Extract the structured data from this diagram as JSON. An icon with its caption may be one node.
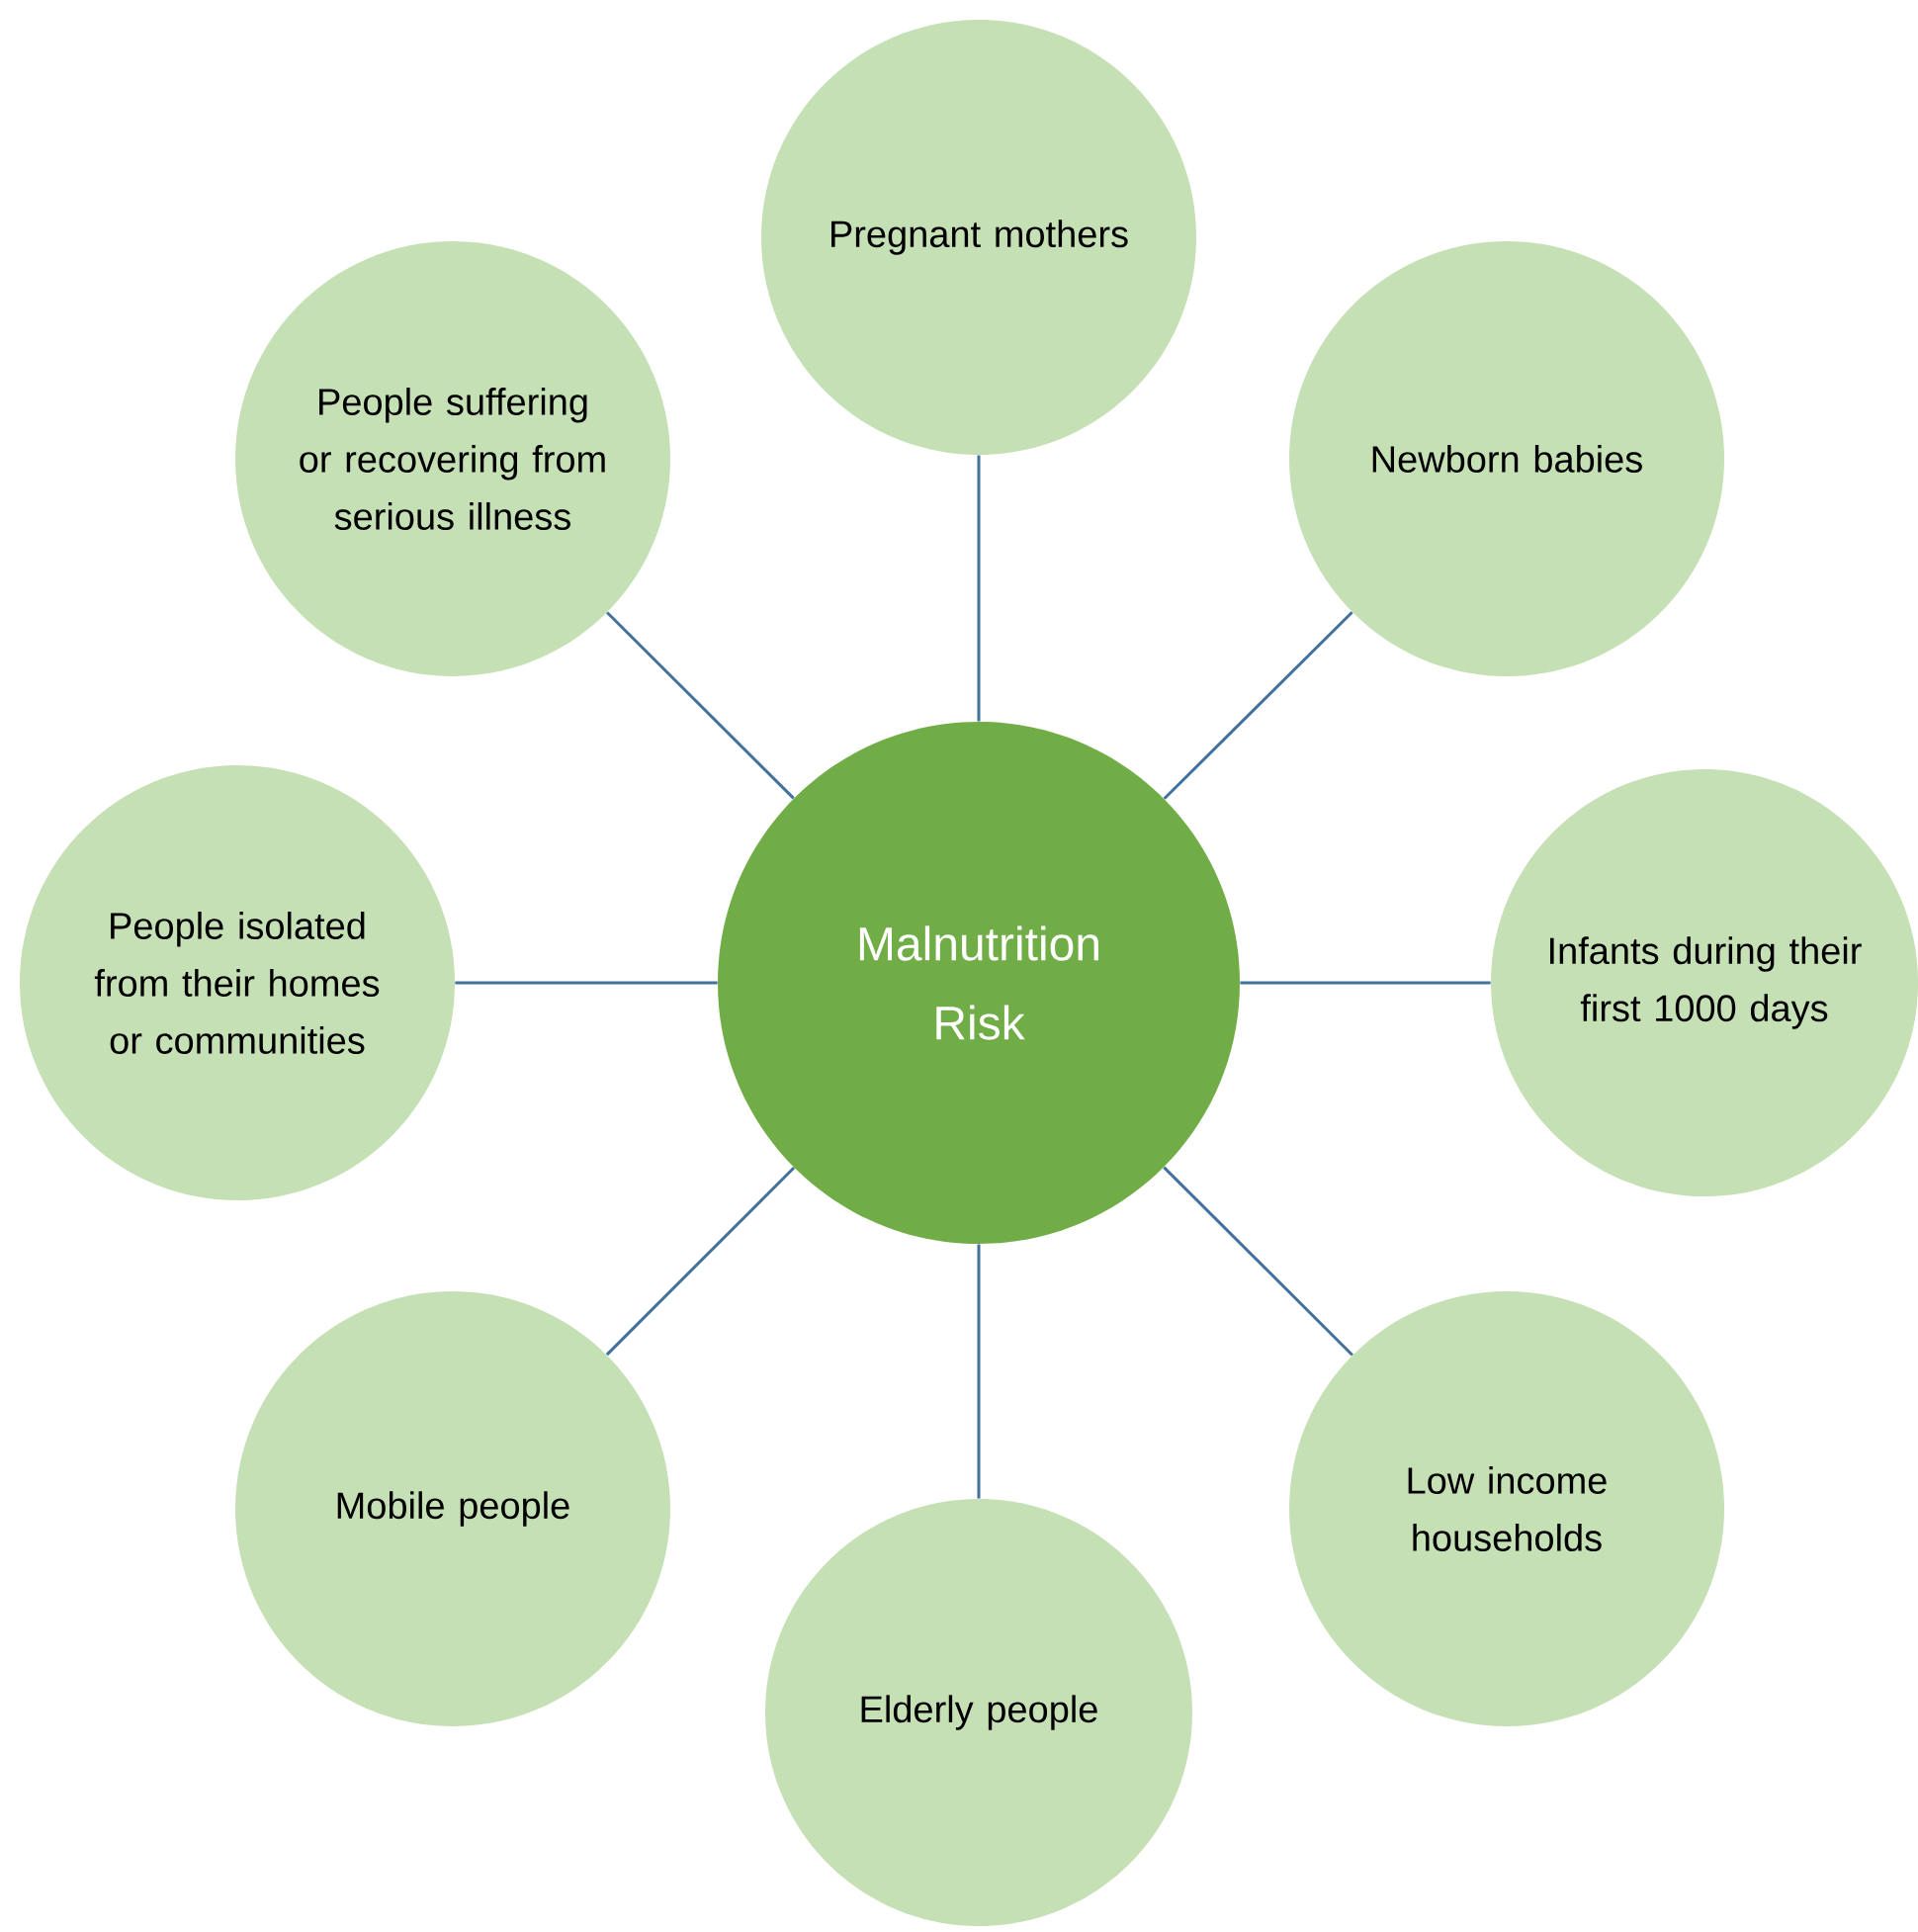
{
  "diagram": {
    "nodes": [
      {
        "text": [
          "Malnutrition Risk"
        ]
      },
      {
        "text": [
          "Pregnant mothers"
        ]
      },
      {
        "text": [
          "Newborn babies"
        ]
      },
      {
        "text": [
          "Infants during their first 1000 days"
        ]
      },
      {
        "text": [
          "Low income households"
        ]
      },
      {
        "text": [
          "Elderly people"
        ]
      },
      {
        "text": [
          "Mobile people"
        ]
      },
      {
        "text": [
          "People isolated from their homes or communities"
        ]
      },
      {
        "text": [
          "People suffering or recovering from serious illness"
        ]
      }
    ],
    "edges": [
      {
        "from": 0,
        "to": 1,
        "arrow": "none"
      },
      {
        "from": 0,
        "to": 2,
        "arrow": "none"
      },
      {
        "from": 0,
        "to": 3,
        "arrow": "none"
      },
      {
        "from": 0,
        "to": 4,
        "arrow": "none"
      },
      {
        "from": 0,
        "to": 5,
        "arrow": "none"
      },
      {
        "from": 0,
        "to": 6,
        "arrow": "none"
      },
      {
        "from": 0,
        "to": 7,
        "arrow": "none"
      },
      {
        "from": 0,
        "to": 8,
        "arrow": "none"
      }
    ]
  }
}
